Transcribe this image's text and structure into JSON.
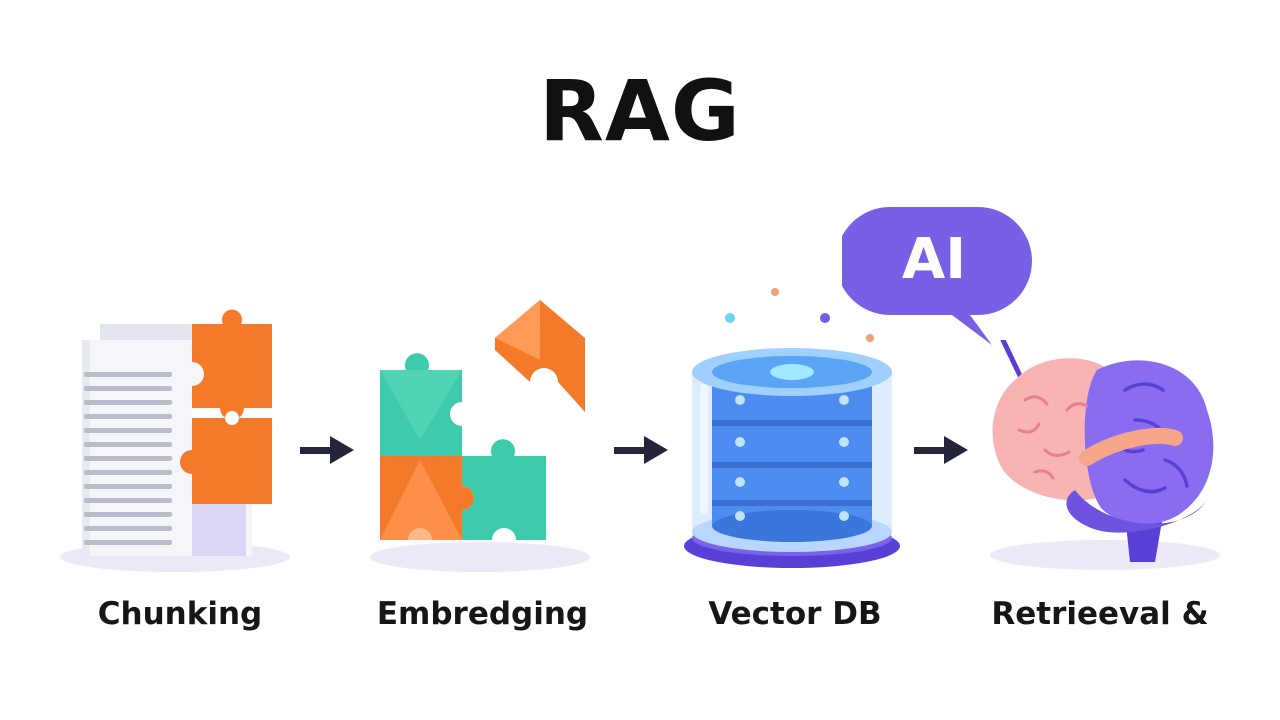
{
  "title": "RAG",
  "steps": [
    {
      "label": "Chunking",
      "icon": "document-puzzle-icon"
    },
    {
      "label": "Embredging",
      "icon": "puzzle-pieces-icon"
    },
    {
      "label": "Vector DB",
      "icon": "database-cylinder-icon"
    },
    {
      "label": "Retrieeval &",
      "icon": "brain-icon"
    }
  ],
  "bubble": {
    "text": "AI"
  },
  "colors": {
    "orange": "#f47a2a",
    "teal": "#3ecbab",
    "blue": "#4d8cf0",
    "purple": "#7b5ee6",
    "pink": "#f6b3b3",
    "arrow": "#23263a"
  }
}
